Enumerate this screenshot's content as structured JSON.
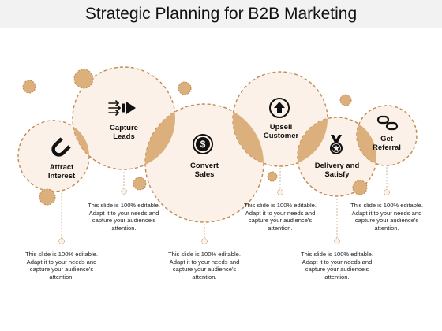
{
  "title": "Strategic Planning for B2B Marketing",
  "colors": {
    "ring_fill": "#fbf1e8",
    "ring_stroke": "#c08a52",
    "overlap": "#dcb07d",
    "dot": "#dcb07d",
    "leader": "#c8a27a"
  },
  "steps": [
    {
      "label": "Attract Interest",
      "icon": "magnet-icon",
      "description": "This slide is 100% editable. Adapt it to your needs and capture your audience's attention."
    },
    {
      "label": "Capture Leads",
      "icon": "funnel-arrows-icon",
      "description": "This slide is 100% editable. Adapt it to your needs and capture your audience's attention."
    },
    {
      "label": "Convert Sales",
      "icon": "dollar-coin-icon",
      "description": "This slide is 100% editable. Adapt it to your needs and capture your audience's attention."
    },
    {
      "label": "Upsell Customer",
      "icon": "up-arrow-circle-icon",
      "description": "This slide is 100% editable. Adapt it to your needs and capture your audience's attention."
    },
    {
      "label": "Delivery and Satisfy",
      "icon": "medal-icon",
      "description": "This slide is 100% editable. Adapt it to your needs and capture your audience's attention."
    },
    {
      "label": "Get Referral",
      "icon": "chain-link-icon",
      "description": "This slide is 100% editable. Adapt it to your needs and capture your audience's attention."
    }
  ]
}
